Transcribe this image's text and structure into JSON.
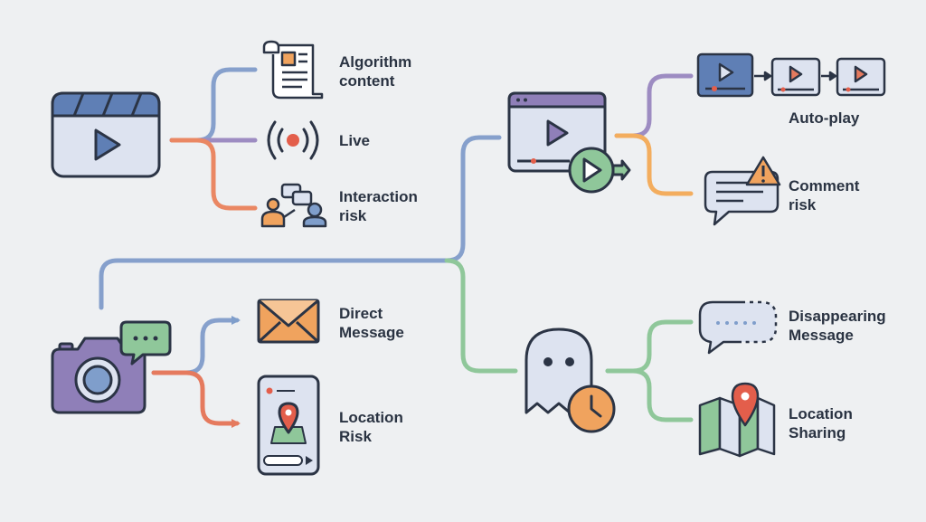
{
  "labels": {
    "algorithm_content": {
      "line1": "Algorithm",
      "line2": "content"
    },
    "live": "Live",
    "interaction_risk": {
      "line1": "Interaction",
      "line2": "risk"
    },
    "auto_play": "Auto-play",
    "comment_risk": {
      "line1": "Comment",
      "line2": "risk"
    },
    "direct_message": {
      "line1": "Direct",
      "line2": "Message"
    },
    "location_risk": {
      "line1": "Location",
      "line2": "Risk"
    },
    "disappearing_message": {
      "line1": "Disappearing",
      "line2": "Message"
    },
    "location_sharing": {
      "line1": "Location",
      "line2": "Sharing"
    }
  },
  "colors": {
    "background": "#eef0f2",
    "outline": "#2b3445",
    "blue": "#7f9ecb",
    "purple": "#8f7fb8",
    "orange": "#f0a35e",
    "coral": "#e57a5e",
    "green": "#8fc79a",
    "screen": "#dde3f0",
    "video_fill": "#5f7fb5",
    "red": "#e35e4b"
  },
  "icons": [
    "video-player-icon",
    "document-icon",
    "live-broadcast-icon",
    "people-chat-icon",
    "browser-video-icon",
    "autoplay-sequence-icon",
    "comment-warning-icon",
    "camera-chat-icon",
    "envelope-icon",
    "phone-location-icon",
    "ghost-timer-icon",
    "dotted-bubble-icon",
    "map-pin-icon"
  ]
}
